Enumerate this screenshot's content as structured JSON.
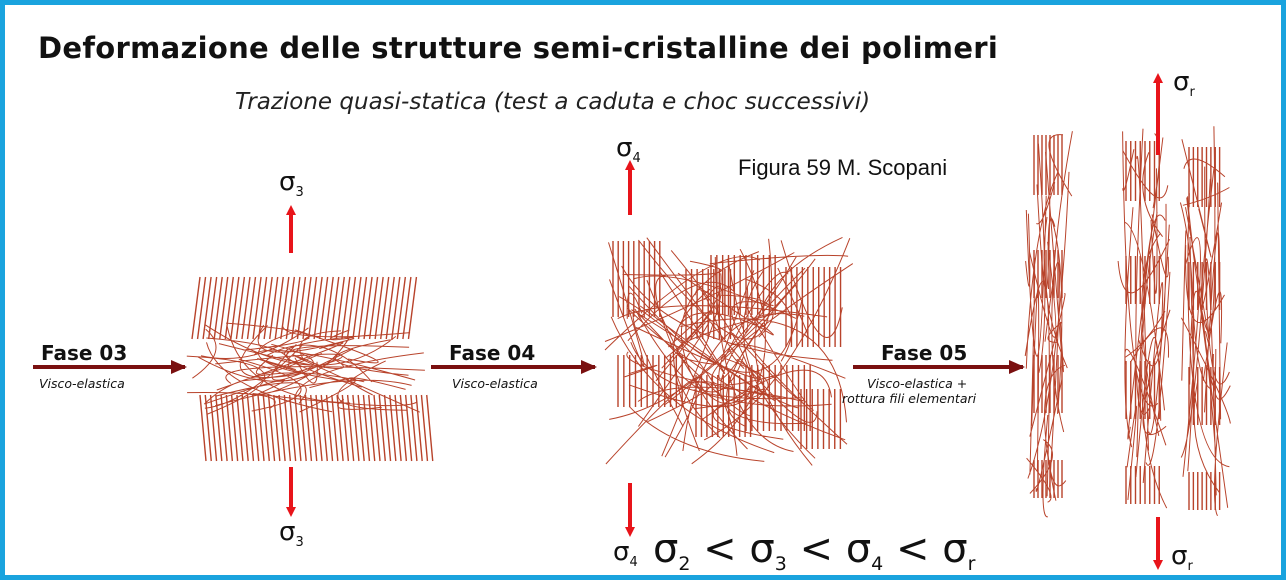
{
  "title": "Deformazione delle strutture semi-cristalline dei polimeri",
  "subtitle": "Trazione quasi-statica (test a caduta e choc successivi)",
  "credit": "Figura 59  M. Scopani",
  "phases": [
    {
      "label": "Fase 03",
      "desc": [
        "Visco-elastica"
      ]
    },
    {
      "label": "Fase 04",
      "desc": [
        "Visco-elastica"
      ]
    },
    {
      "label": "Fase 05",
      "desc": [
        "Visco-elastica +",
        "rottura fili elementari"
      ]
    }
  ],
  "stresses": {
    "s3": {
      "sym": "σ",
      "sub": "3"
    },
    "s4": {
      "sym": "σ",
      "sub": "4"
    },
    "sr": {
      "sym": "σ",
      "sub": "r"
    }
  },
  "inequality": [
    {
      "sym": "σ",
      "sub": "2"
    },
    {
      "op": "<"
    },
    {
      "sym": "σ",
      "sub": "3"
    },
    {
      "op": "<"
    },
    {
      "sym": "σ",
      "sub": "4"
    },
    {
      "op": "<"
    },
    {
      "sym": "σ",
      "sub": "r"
    }
  ],
  "colors": {
    "frame": "#1aa3de",
    "arrow_red": "#e8141a",
    "arrow_dark": "#7a1010",
    "lamella": "#b8432b"
  }
}
